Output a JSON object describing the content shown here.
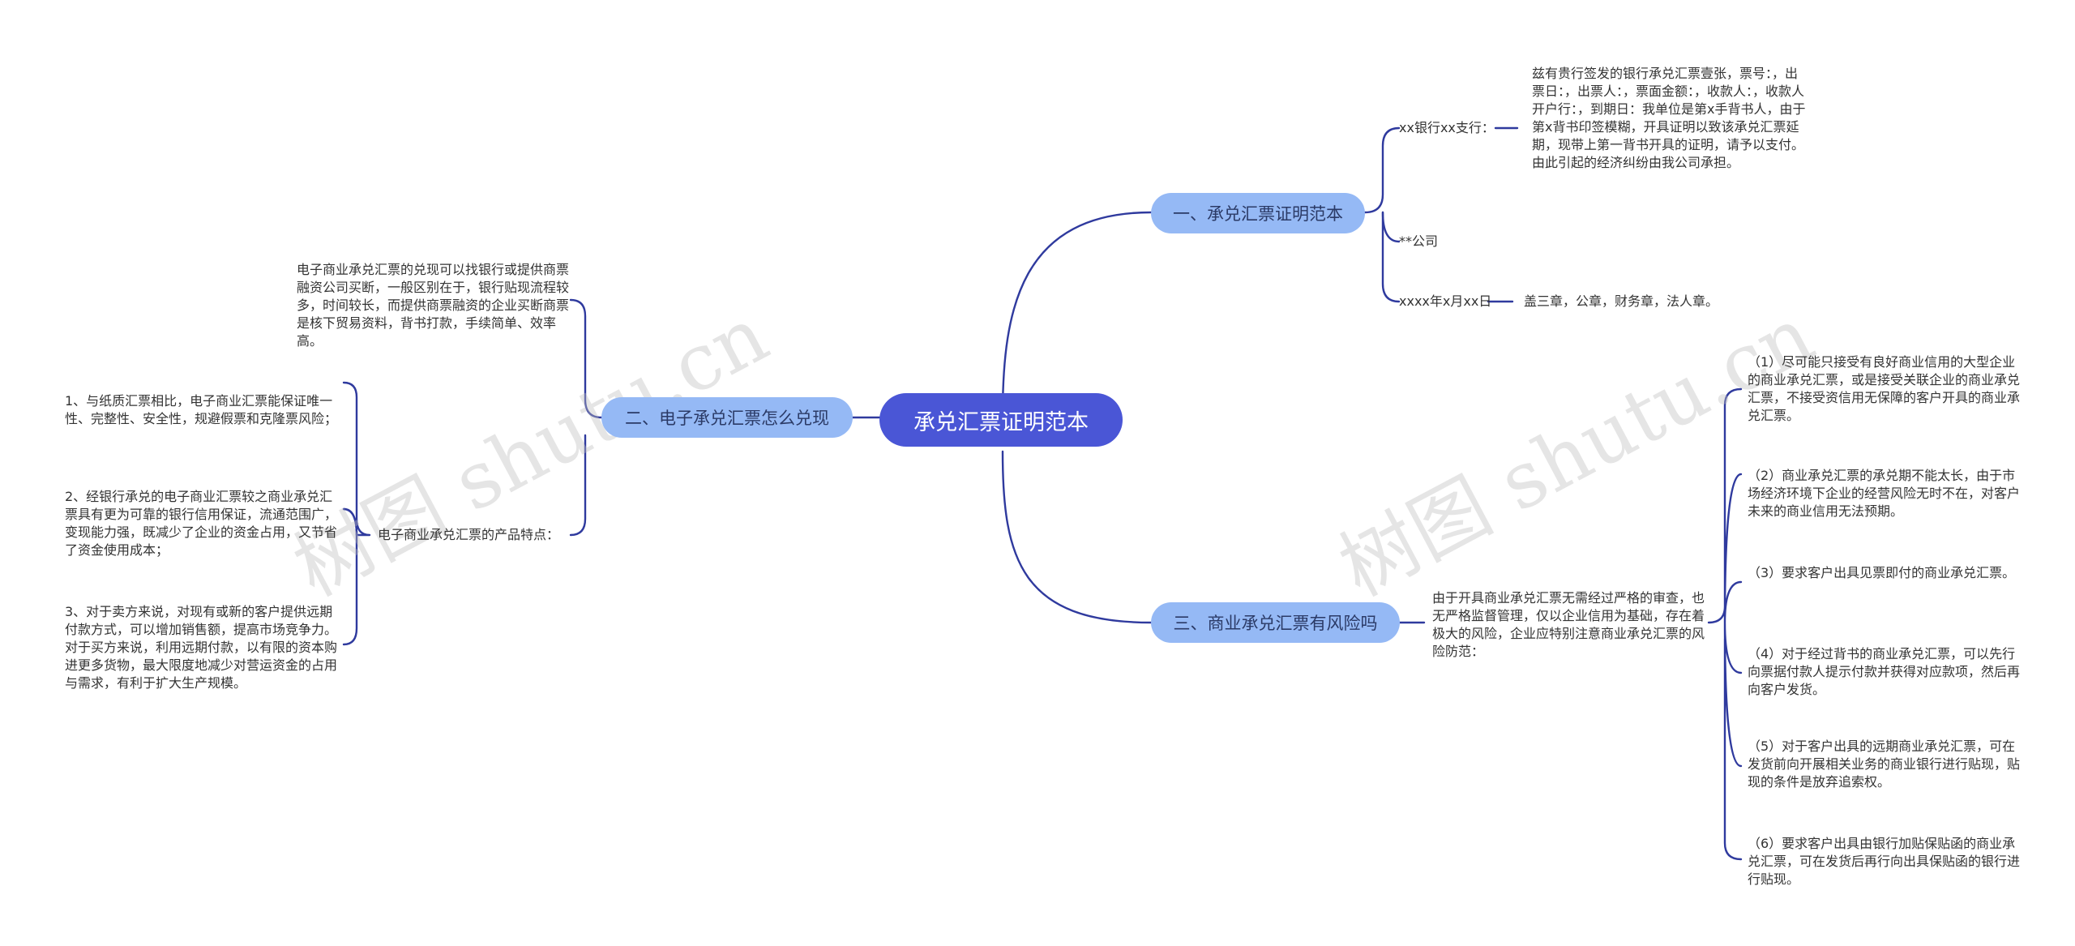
{
  "watermarks": [
    "树图 shutu.cn",
    "树图 shutu.cn"
  ],
  "root": {
    "label": "承兑汇票证明范本"
  },
  "branch1": {
    "label": "一、承兑汇票证明范本",
    "bank": "xx银行xx支行：",
    "bank_text": "兹有贵行签发的银行承兑汇票壹张，票号：，出票日：，出票人：，票面金额：，收款人：，收款人开户行：，到期日：我单位是第x手背书人，由于第x背书印签模糊，开具证明以致该承兑汇票延期，现带上第一背书开具的证明，请予以支付。由此引起的经济纠纷由我公司承担。",
    "company": "**公司",
    "date": "xxxx年x月xx日",
    "seal_text": "盖三章，公章，财务章，法人章。"
  },
  "branch2": {
    "label": "二、电子承兑汇票怎么兑现",
    "intro_text": "电子商业承兑汇票的兑现可以找银行或提供商票融资公司买断，一般区别在于，银行贴现流程较多，时间较长，而提供商票融资的企业买断商票是核下贸易资料，背书打款，手续简单、效率高。",
    "features_label": "电子商业承兑汇票的产品特点：",
    "features": [
      "1、与纸质汇票相比，电子商业汇票能保证唯一性、完整性、安全性，规避假票和克隆票风险；",
      "2、经银行承兑的电子商业汇票较之商业承兑汇票具有更为可靠的银行信用保证，流通范围广，变现能力强，既减少了企业的资金占用，又节省了资金使用成本；",
      "3、对于卖方来说，对现有或新的客户提供远期付款方式，可以增加销售额，提高市场竞争力。对于买方来说，利用远期付款，以有限的资本购进更多货物，最大限度地减少对营运资金的占用与需求，有利于扩大生产规模。"
    ]
  },
  "branch3": {
    "label": "三、商业承兑汇票有风险吗",
    "intro_text": "由于开具商业承兑汇票无需经过严格的审查，也无严格监督管理，仅以企业信用为基础，存在着极大的风险，企业应特别注意商业承兑汇票的风险防范：",
    "items": [
      "（1）尽可能只接受有良好商业信用的大型企业的商业承兑汇票，或是接受关联企业的商业承兑汇票，不接受资信用无保障的客户开具的商业承兑汇票。",
      "（2）商业承兑汇票的承兑期不能太长，由于市场经济环境下企业的经营风险无时不在，对客户未来的商业信用无法预期。",
      "（3）要求客户出具见票即付的商业承兑汇票。",
      "（4）对于经过背书的商业承兑汇票，可以先行向票据付款人提示付款并获得对应款项，然后再向客户发货。",
      "（5）对于客户出具的远期商业承兑汇票，可在发货前向开展相关业务的商业银行进行贴现，贴现的条件是放弃追索权。",
      "（6）要求客户出具由银行加贴保贴函的商业承兑汇票，可在发货后再行向出具保贴函的银行进行贴现。"
    ]
  },
  "colors": {
    "root": "#4a56d6",
    "branch": "#95b9f5",
    "line": "#2f3a9e"
  }
}
